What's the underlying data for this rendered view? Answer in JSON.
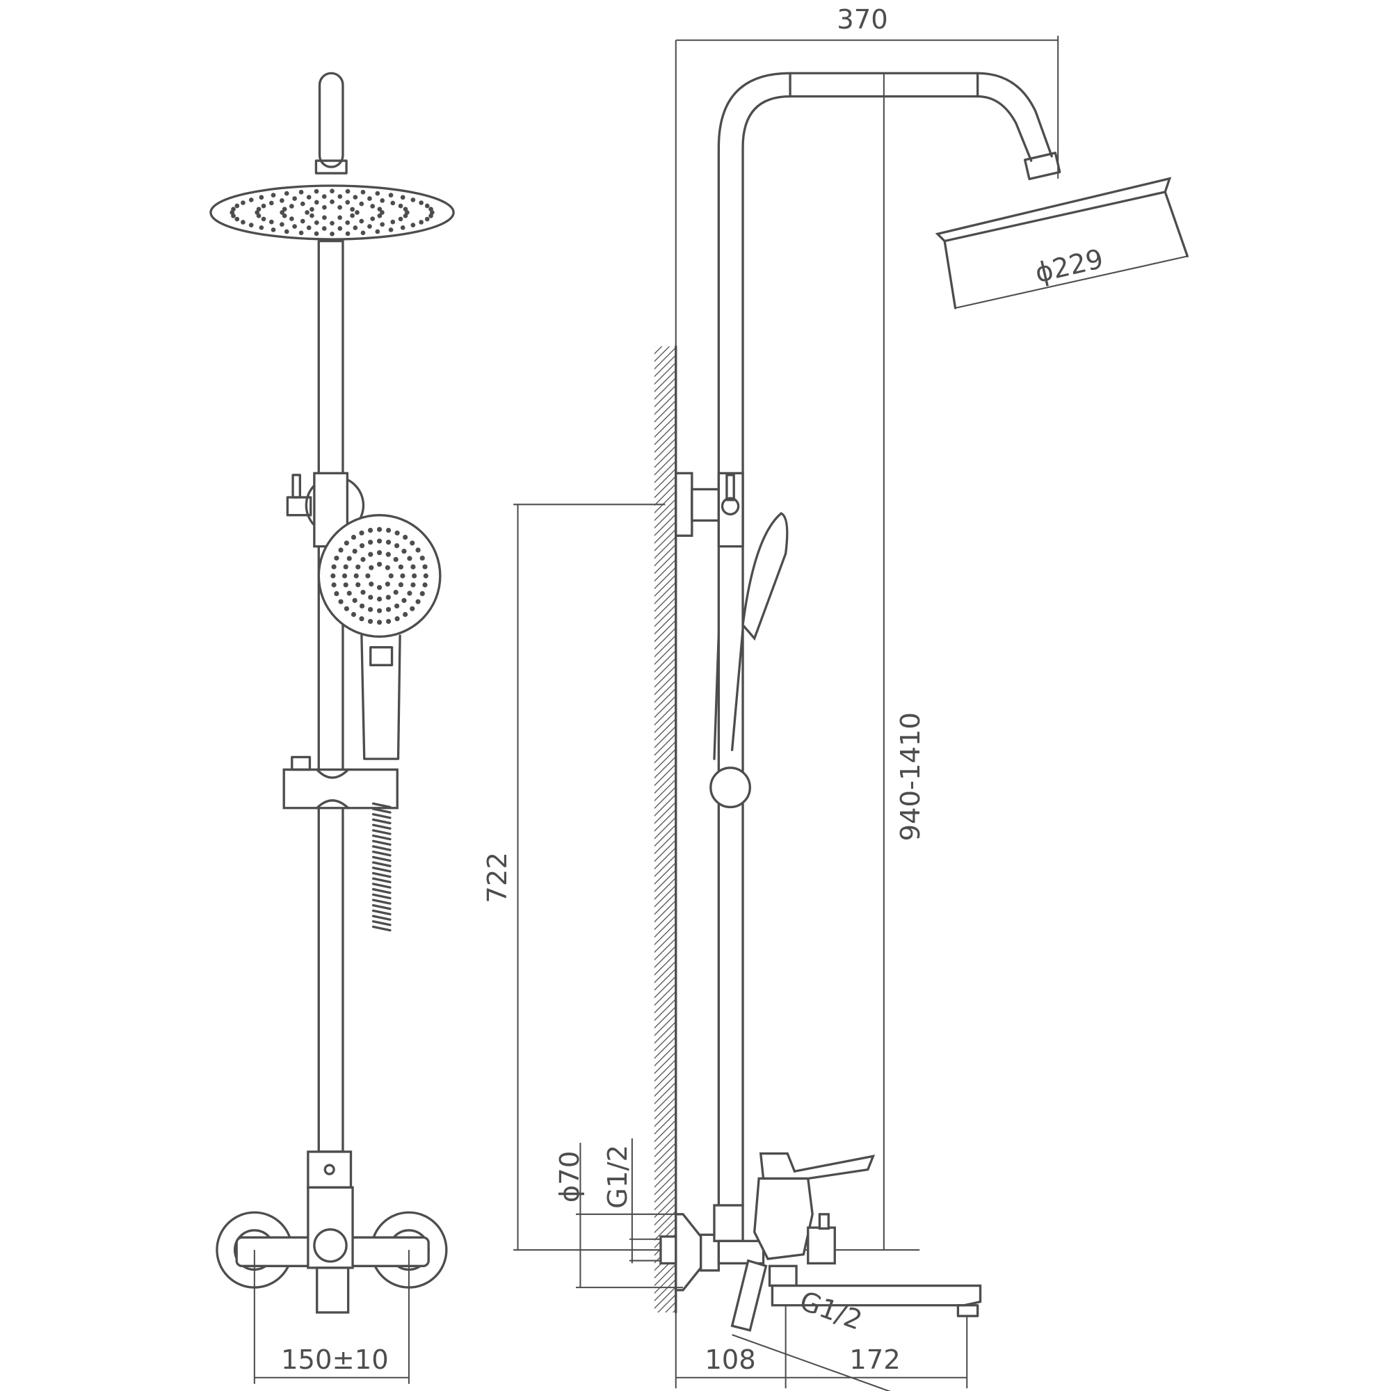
{
  "drawing": {
    "dimensions": {
      "overall_projection": "370",
      "head_diameter": "ϕ229",
      "height_range": "940-1410",
      "bracket_height": "722",
      "escutcheon_diameter": "ϕ70",
      "wall_thread": "G1/2",
      "hose_thread": "G1/2",
      "mixer_projection": "108",
      "spout_length": "172",
      "center_distance": "150±10"
    },
    "line_color": "#4d4d4d"
  }
}
